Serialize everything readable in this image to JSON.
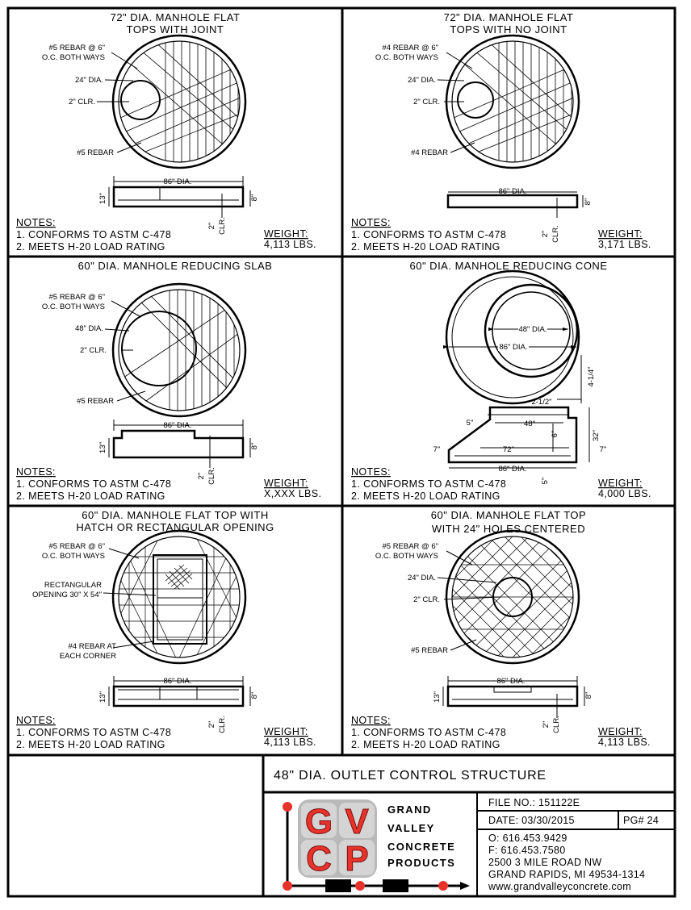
{
  "panels": [
    {
      "title1": "72\" DIA. MANHOLE FLAT",
      "title2": "TOPS WITH JOINT",
      "rebar1": "#5 REBAR @ 6\"",
      "rebar2": "O.C. BOTH WAYS",
      "hole": "24\" DIA.",
      "clr": "2\" CLR.",
      "rebar3": "#5 REBAR",
      "dia": "86\" DIA.",
      "h": "13\"",
      "h2": "8\"",
      "clr2": "2\"",
      "clr3": "CLR.",
      "weight_label": "WEIGHT:",
      "weight": "4,113 LBS."
    },
    {
      "title1": "72\" DIA. MANHOLE FLAT",
      "title2": "TOPS WITH NO JOINT",
      "rebar1": "#4 REBAR @ 6\"",
      "rebar2": "O.C. BOTH WAYS",
      "hole": "24\" DIA.",
      "clr": "2\" CLR.",
      "rebar3": "#4 REBAR",
      "dia": "86\" DIA.",
      "h2": "8\"",
      "clr2": "2\"",
      "clr3": "CLR.",
      "weight_label": "WEIGHT:",
      "weight": "3,171 LBS."
    },
    {
      "title1": "60\" DIA. MANHOLE REDUCING SLAB",
      "rebar1": "#5 REBAR @ 6\"",
      "rebar2": "O.C. BOTH WAYS",
      "hole": "48\" DIA.",
      "clr": "2\" CLR.",
      "rebar3": "#5 REBAR",
      "dia": "86\" DIA.",
      "h": "13\"",
      "h2": "8\"",
      "clr2": "2\"",
      "clr3": "CLR.",
      "weight_label": "WEIGHT:",
      "weight": "X,XXX LBS."
    },
    {
      "title1": "60\" DIA. MANHOLE REDUCING CONE",
      "d48": "48\" DIA.",
      "d86": "86\" DIA.",
      "d412": "4-1/4\"",
      "d212": "2-1/2\"",
      "d5": "5\"",
      "d48b": "48\"",
      "d6": "6\"",
      "d32": "32\"",
      "d7a": "7\"",
      "d72": "72\"",
      "d7b": "7\"",
      "d86b": "86\" DIA.",
      "d5b": "5\"",
      "weight_label": "WEIGHT:",
      "weight": "4,000 LBS."
    },
    {
      "title1": "60\" DIA. MANHOLE FLAT TOP WITH",
      "title2": "HATCH OR RECTANGULAR OPENING",
      "rebar1": "#5 REBAR @ 6\"",
      "rebar2": "O.C. BOTH WAYS",
      "rect1": "RECTANGULAR",
      "rect2": "OPENING 30\" X 54\"",
      "corner1": "#4 REBAR AT",
      "corner2": "EACH CORNER",
      "dia": "86\" DIA.",
      "h": "13\"",
      "h2": "8\"",
      "clr2": "2\"",
      "clr3": "CLR.",
      "weight_label": "WEIGHT:",
      "weight": "4,113 LBS."
    },
    {
      "title1": "60\" DIA. MANHOLE FLAT TOP",
      "title2": "WITH 24\" HOLES CENTERED",
      "rebar1": "#5 REBAR @ 6\"",
      "rebar2": "O.C. BOTH WAYS",
      "hole": "24\" DIA.",
      "clr": "2\" CLR.",
      "rebar3": "#5 REBAR",
      "dia": "86\" DIA.",
      "h": "13\"",
      "h2": "8\"",
      "clr2": "2\"",
      "clr3": "CLR.",
      "weight_label": "WEIGHT:",
      "weight": "4,113 LBS."
    }
  ],
  "notes": {
    "heading": "NOTES:",
    "n1": "1. CONFORMS TO ASTM C-478",
    "n2": "2. MEETS H-20 LOAD RATING"
  },
  "title_block": {
    "drawing_title": "48\" DIA. OUTLET CONTROL STRUCTURE",
    "file_no": "FILE NO.:  151122E",
    "date": "DATE:  03/30/2015",
    "page": "PG# 24",
    "phone": "O:  616.453.9429",
    "fax": "F:  616.453.7580",
    "address1": "2500 3 MILE ROAD NW",
    "address2": "GRAND RAPIDS, MI 49534-1314",
    "website": "www.grandvalleyconcrete.com",
    "company": [
      "GRAND",
      "VALLEY",
      "CONCRETE",
      "PRODUCTS"
    ],
    "logo_letters": [
      "G",
      "V",
      "C",
      "P"
    ]
  },
  "colors": {
    "line": "#000000",
    "logo_red": "#e8332a",
    "logo_gray": "#b9b9b9"
  }
}
